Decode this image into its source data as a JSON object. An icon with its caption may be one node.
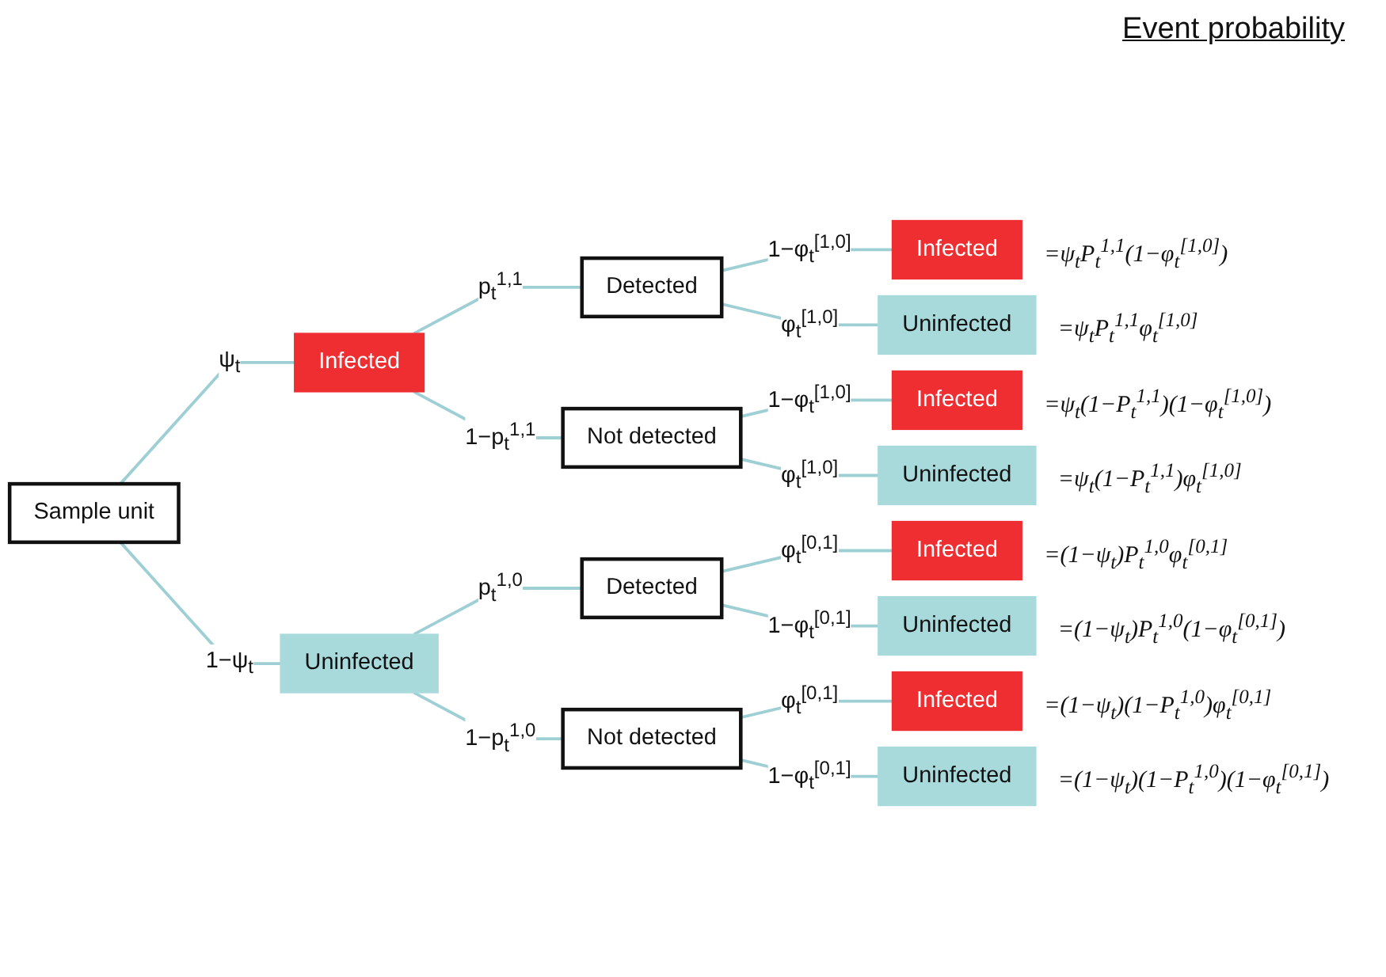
{
  "diagram": {
    "title": "Event probability",
    "nodes": [
      {
        "text": [
          "Sample unit"
        ]
      },
      {
        "text": [
          "Infected"
        ]
      },
      {
        "text": [
          "Uninfected"
        ]
      },
      {
        "text": [
          "Detected"
        ]
      },
      {
        "text": [
          "Not detected"
        ]
      },
      {
        "text": [
          "Detected"
        ]
      },
      {
        "text": [
          "Not detected"
        ]
      },
      {
        "text": [
          "Infected"
        ],
        "beside": [
          "=ψ$_{t}$P$_{t}$$^{1,1}$(1−φ$_{t}$$^{[1,0]}$)"
        ]
      },
      {
        "text": [
          "Uninfected"
        ],
        "beside": [
          "=ψ$_{t}$P$_{t}$$^{1,1}$φ$_{t}$$^{[1,0]}$"
        ]
      },
      {
        "text": [
          "Infected"
        ],
        "beside": [
          "=ψ$_{t}$(1−P$_{t}$$^{1,1}$)(1−φ$_{t}$$^{[1,0]}$)"
        ]
      },
      {
        "text": [
          "Uninfected"
        ],
        "beside": [
          "=ψ$_{t}$(1−P$_{t}$$^{1,1}$)φ$_{t}$$^{[1,0]}$"
        ]
      },
      {
        "text": [
          "Infected"
        ],
        "beside": [
          "=(1−ψ$_{t}$)P$_{t}$$^{1,0}$φ$_{t}$$^{[0,1]}$"
        ]
      },
      {
        "text": [
          "Uninfected"
        ],
        "beside": [
          "=(1−ψ$_{t}$)P$_{t}$$^{1,0}$(1−φ$_{t}$$^{[0,1]}$)"
        ]
      },
      {
        "text": [
          "Infected"
        ],
        "beside": [
          "=(1−ψ$_{t}$)(1−P$_{t}$$^{1,0}$)φ$_{t}$$^{[0,1]}$"
        ]
      },
      {
        "text": [
          "Uninfected"
        ],
        "beside": [
          "=(1−ψ$_{t}$)(1−P$_{t}$$^{1,0}$)(1−φ$_{t}$$^{[0,1]}$)"
        ]
      }
    ],
    "edges": [
      {
        "from": 0,
        "to": 1,
        "arrow": "none",
        "label": "ψ$_{t}$"
      },
      {
        "from": 0,
        "to": 2,
        "arrow": "none",
        "label": "1−ψ$_{t}$"
      },
      {
        "from": 1,
        "to": 3,
        "arrow": "none",
        "label": "p$_{t}$$^{1,1}$"
      },
      {
        "from": 1,
        "to": 4,
        "arrow": "none",
        "label": "1−p$_{t}$$^{1,1}$"
      },
      {
        "from": 2,
        "to": 5,
        "arrow": "none",
        "label": "p$_{t}$$^{1,0}$"
      },
      {
        "from": 2,
        "to": 6,
        "arrow": "none",
        "label": "1−p$_{t}$$^{1,0}$"
      },
      {
        "from": 3,
        "to": 7,
        "arrow": "none",
        "label": "1−φ$_{t}$$^{[1,0]}$"
      },
      {
        "from": 3,
        "to": 8,
        "arrow": "none",
        "label": "φ$_{t}$$^{[1,0]}$"
      },
      {
        "from": 4,
        "to": 9,
        "arrow": "none",
        "label": "1−φ$_{t}$$^{[1,0]}$"
      },
      {
        "from": 4,
        "to": 10,
        "arrow": "none",
        "label": "φ$_{t}$$^{[1,0]}$"
      },
      {
        "from": 5,
        "to": 11,
        "arrow": "none",
        "label": "φ$_{t}$$^{[0,1]}$"
      },
      {
        "from": 5,
        "to": 12,
        "arrow": "none",
        "label": "1−φ$_{t}$$^{[0,1]}$"
      },
      {
        "from": 6,
        "to": 13,
        "arrow": "none",
        "label": "φ$_{t}$$^{[0,1]}$"
      },
      {
        "from": 6,
        "to": 14,
        "arrow": "none",
        "label": "1−φ$_{t}$$^{[0,1]}$"
      }
    ]
  }
}
